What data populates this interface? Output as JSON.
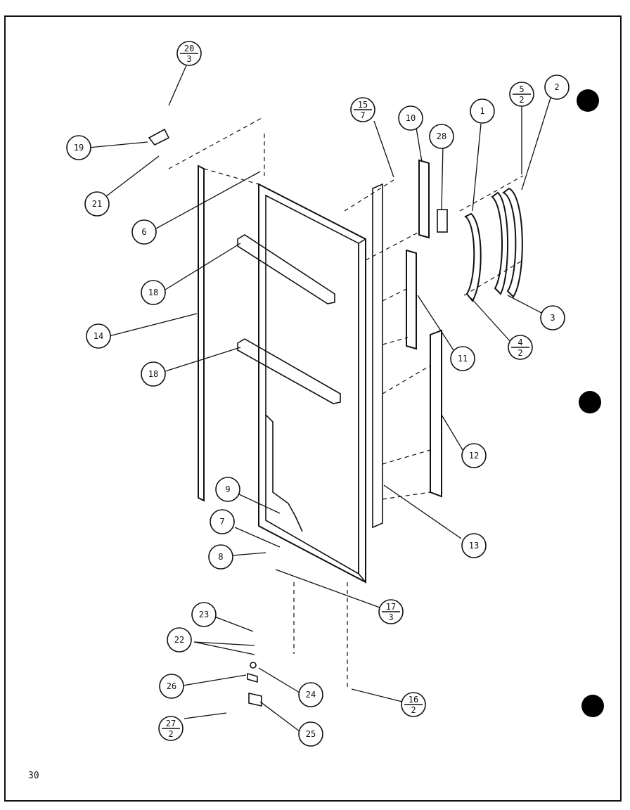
{
  "page_number": "30",
  "callouts": [
    {
      "id": "20/3",
      "top": "20",
      "bottom": "3"
    },
    {
      "id": "19",
      "label": "19"
    },
    {
      "id": "21",
      "label": "21"
    },
    {
      "id": "6",
      "label": "6"
    },
    {
      "id": "18a",
      "label": "18"
    },
    {
      "id": "14",
      "label": "14"
    },
    {
      "id": "18b",
      "label": "18"
    },
    {
      "id": "9",
      "label": "9"
    },
    {
      "id": "7",
      "label": "7"
    },
    {
      "id": "8",
      "label": "8"
    },
    {
      "id": "17/3",
      "top": "17",
      "bottom": "3"
    },
    {
      "id": "23",
      "label": "23"
    },
    {
      "id": "22",
      "label": "22"
    },
    {
      "id": "26",
      "label": "26"
    },
    {
      "id": "24",
      "label": "24"
    },
    {
      "id": "27/2",
      "top": "27",
      "bottom": "2"
    },
    {
      "id": "25",
      "label": "25"
    },
    {
      "id": "16/2",
      "top": "16",
      "bottom": "2"
    },
    {
      "id": "15/7",
      "top": "15",
      "bottom": "7"
    },
    {
      "id": "10",
      "label": "10"
    },
    {
      "id": "28",
      "label": "28"
    },
    {
      "id": "1",
      "label": "1"
    },
    {
      "id": "5/2",
      "top": "5",
      "bottom": "2"
    },
    {
      "id": "2",
      "label": "2"
    },
    {
      "id": "3",
      "label": "3"
    },
    {
      "id": "4/2",
      "top": "4",
      "bottom": "2"
    },
    {
      "id": "11",
      "label": "11"
    },
    {
      "id": "12",
      "label": "12"
    },
    {
      "id": "13",
      "label": "13"
    }
  ]
}
